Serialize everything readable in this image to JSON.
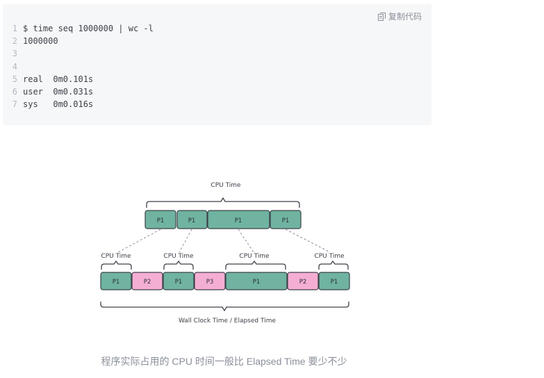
{
  "code_block": {
    "copy_label": "复制代码",
    "copy_icon": "copy-icon",
    "lines": [
      {
        "num": "1",
        "text": "$ time seq 1000000 | wc -l"
      },
      {
        "num": "2",
        "text": "1000000"
      },
      {
        "num": "3",
        "text": ""
      },
      {
        "num": "4",
        "text": ""
      },
      {
        "num": "5",
        "text": "real  0m0.101s"
      },
      {
        "num": "6",
        "text": "user  0m0.031s"
      },
      {
        "num": "7",
        "text": "sys   0m0.016s"
      }
    ]
  },
  "diagram": {
    "top_label": "CPU Time",
    "top_blocks": [
      "P1",
      "P1",
      "P1",
      "P1"
    ],
    "bottom_blocks": [
      "P1",
      "P2",
      "P1",
      "P3",
      "P1",
      "P2",
      "P1"
    ],
    "sub_labels": [
      "CPU Time",
      "CPU Time",
      "CPU Time",
      "CPU Time"
    ],
    "bottom_label": "Wall Clock Time / Elapsed Time",
    "colors": {
      "p1": "#6fb3a0",
      "other": "#f5aed3",
      "stroke": "#3d4149"
    }
  },
  "caption": "程序实际占用的 CPU 时间一般比 Elapsed Time 要少不少"
}
